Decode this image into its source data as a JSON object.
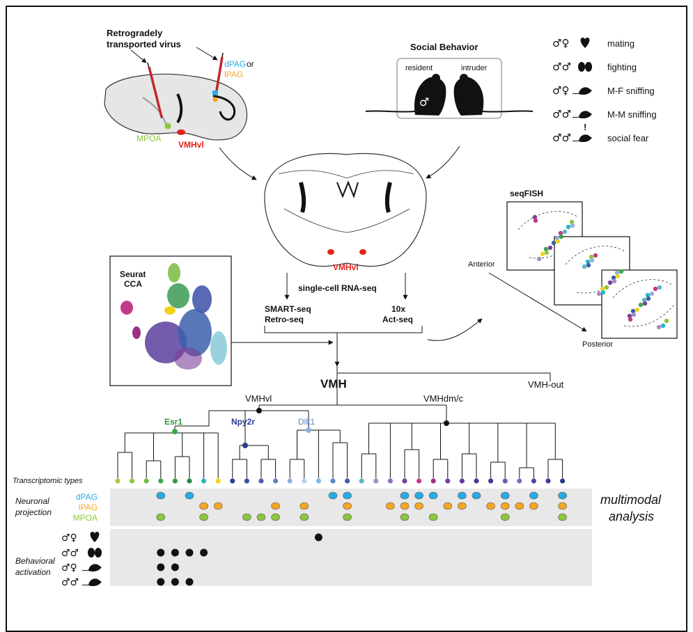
{
  "top": {
    "virus_label_line1": "Retrogradely",
    "virus_label_line2": "transported virus",
    "dpag_label": "dPAG",
    "or_label": "or",
    "lpag_label": "lPAG",
    "mpoa_label": "MPOA",
    "vmhvl_label": "VMHvl",
    "social_title": "Social Behavior",
    "resident_label": "resident",
    "intruder_label": "intruder"
  },
  "behaviors": [
    {
      "sex": "♂♀",
      "icon": "heart-icon",
      "label": "mating"
    },
    {
      "sex": "♂♂",
      "icon": "boxing-gloves-icon",
      "label": "fighting"
    },
    {
      "sex": "♂♀",
      "icon": "mouse-icon",
      "label": "M-F sniffing"
    },
    {
      "sex": "♂♂",
      "icon": "mouse-icon",
      "label": "M-M sniffing"
    },
    {
      "sex": "♂♂",
      "icon": "scared-mouse-icon",
      "label": "social fear",
      "mark": "!"
    }
  ],
  "middle": {
    "brain_vmhvl_label": "VMHvl",
    "rnaseq_label": "single-cell RNA-seq",
    "smart_line1": "SMART-seq",
    "smart_line2": "Retro-seq",
    "tenx_line1": "10x",
    "tenx_line2": "Act-seq",
    "seurat_line1": "Seurat",
    "seurat_line2": "CCA",
    "seqfish_label": "seqFISH",
    "anterior_label": "Anterior",
    "posterior_label": "Posterior"
  },
  "tree": {
    "root_label": "VMH",
    "out_label": "VMH-out",
    "vl_label": "VMHvl",
    "dmc_label": "VMHdm/c",
    "esr1_label": "Esr1",
    "npy2r_label": "Npy2r",
    "dlk1_label": "Dlk1",
    "types_label": "Transcriptomic types",
    "leaf_colors": [
      "#a8c94a",
      "#8cc63f",
      "#6fb84a",
      "#3aa64a",
      "#2e9a45",
      "#1f8b3e",
      "#29b5c8",
      "#f2d31f",
      "#2b3c91",
      "#3a4ea3",
      "#4d62b3",
      "#6a7ec2",
      "#93b0dd",
      "#b6cde9",
      "#7fb8e0",
      "#5c86c9",
      "#3b5fad",
      "#5bb8c4",
      "#a58cc8",
      "#8f6fbe",
      "#7b3f99",
      "#c23b87",
      "#9b2f8a",
      "#7a3e9e",
      "#5a3f9b",
      "#433d94",
      "#3e3a8f",
      "#6a5bb0",
      "#7b6dbb",
      "#4b4aa0",
      "#3a3f93",
      "#2a3a8a"
    ]
  },
  "projection": {
    "section_label_line1": "Neuronal",
    "section_label_line2": "projection",
    "rows": [
      {
        "label": "dPAG",
        "color": "#29abe2",
        "leaves": [
          3,
          5,
          15,
          16,
          20,
          21,
          22,
          24,
          25,
          27,
          29,
          31
        ]
      },
      {
        "label": "lPAG",
        "color": "#f5a623",
        "leaves": [
          6,
          7,
          11,
          13,
          16,
          19,
          20,
          21,
          23,
          24,
          26,
          27,
          28,
          29,
          31
        ]
      },
      {
        "label": "MPOA",
        "color": "#8cc63f",
        "leaves": [
          3,
          6,
          9,
          10,
          11,
          13,
          16,
          20,
          22,
          27,
          31
        ]
      }
    ],
    "multimodal_line1": "multimodal",
    "multimodal_line2": "analysis"
  },
  "activation": {
    "section_label_line1": "Behavioral",
    "section_label_line2": "activation",
    "rows": [
      {
        "sex": "♂♀",
        "icon": "heart-icon",
        "leaves": [
          14
        ]
      },
      {
        "sex": "♂♂",
        "icon": "boxing-gloves-icon",
        "leaves": [
          3,
          4,
          5,
          6
        ]
      },
      {
        "sex": "♂♀",
        "icon": "mouse-icon",
        "leaves": [
          3,
          4
        ]
      },
      {
        "sex": "♂♂",
        "icon": "mouse-icon",
        "leaves": [
          3,
          4,
          5
        ]
      }
    ]
  }
}
